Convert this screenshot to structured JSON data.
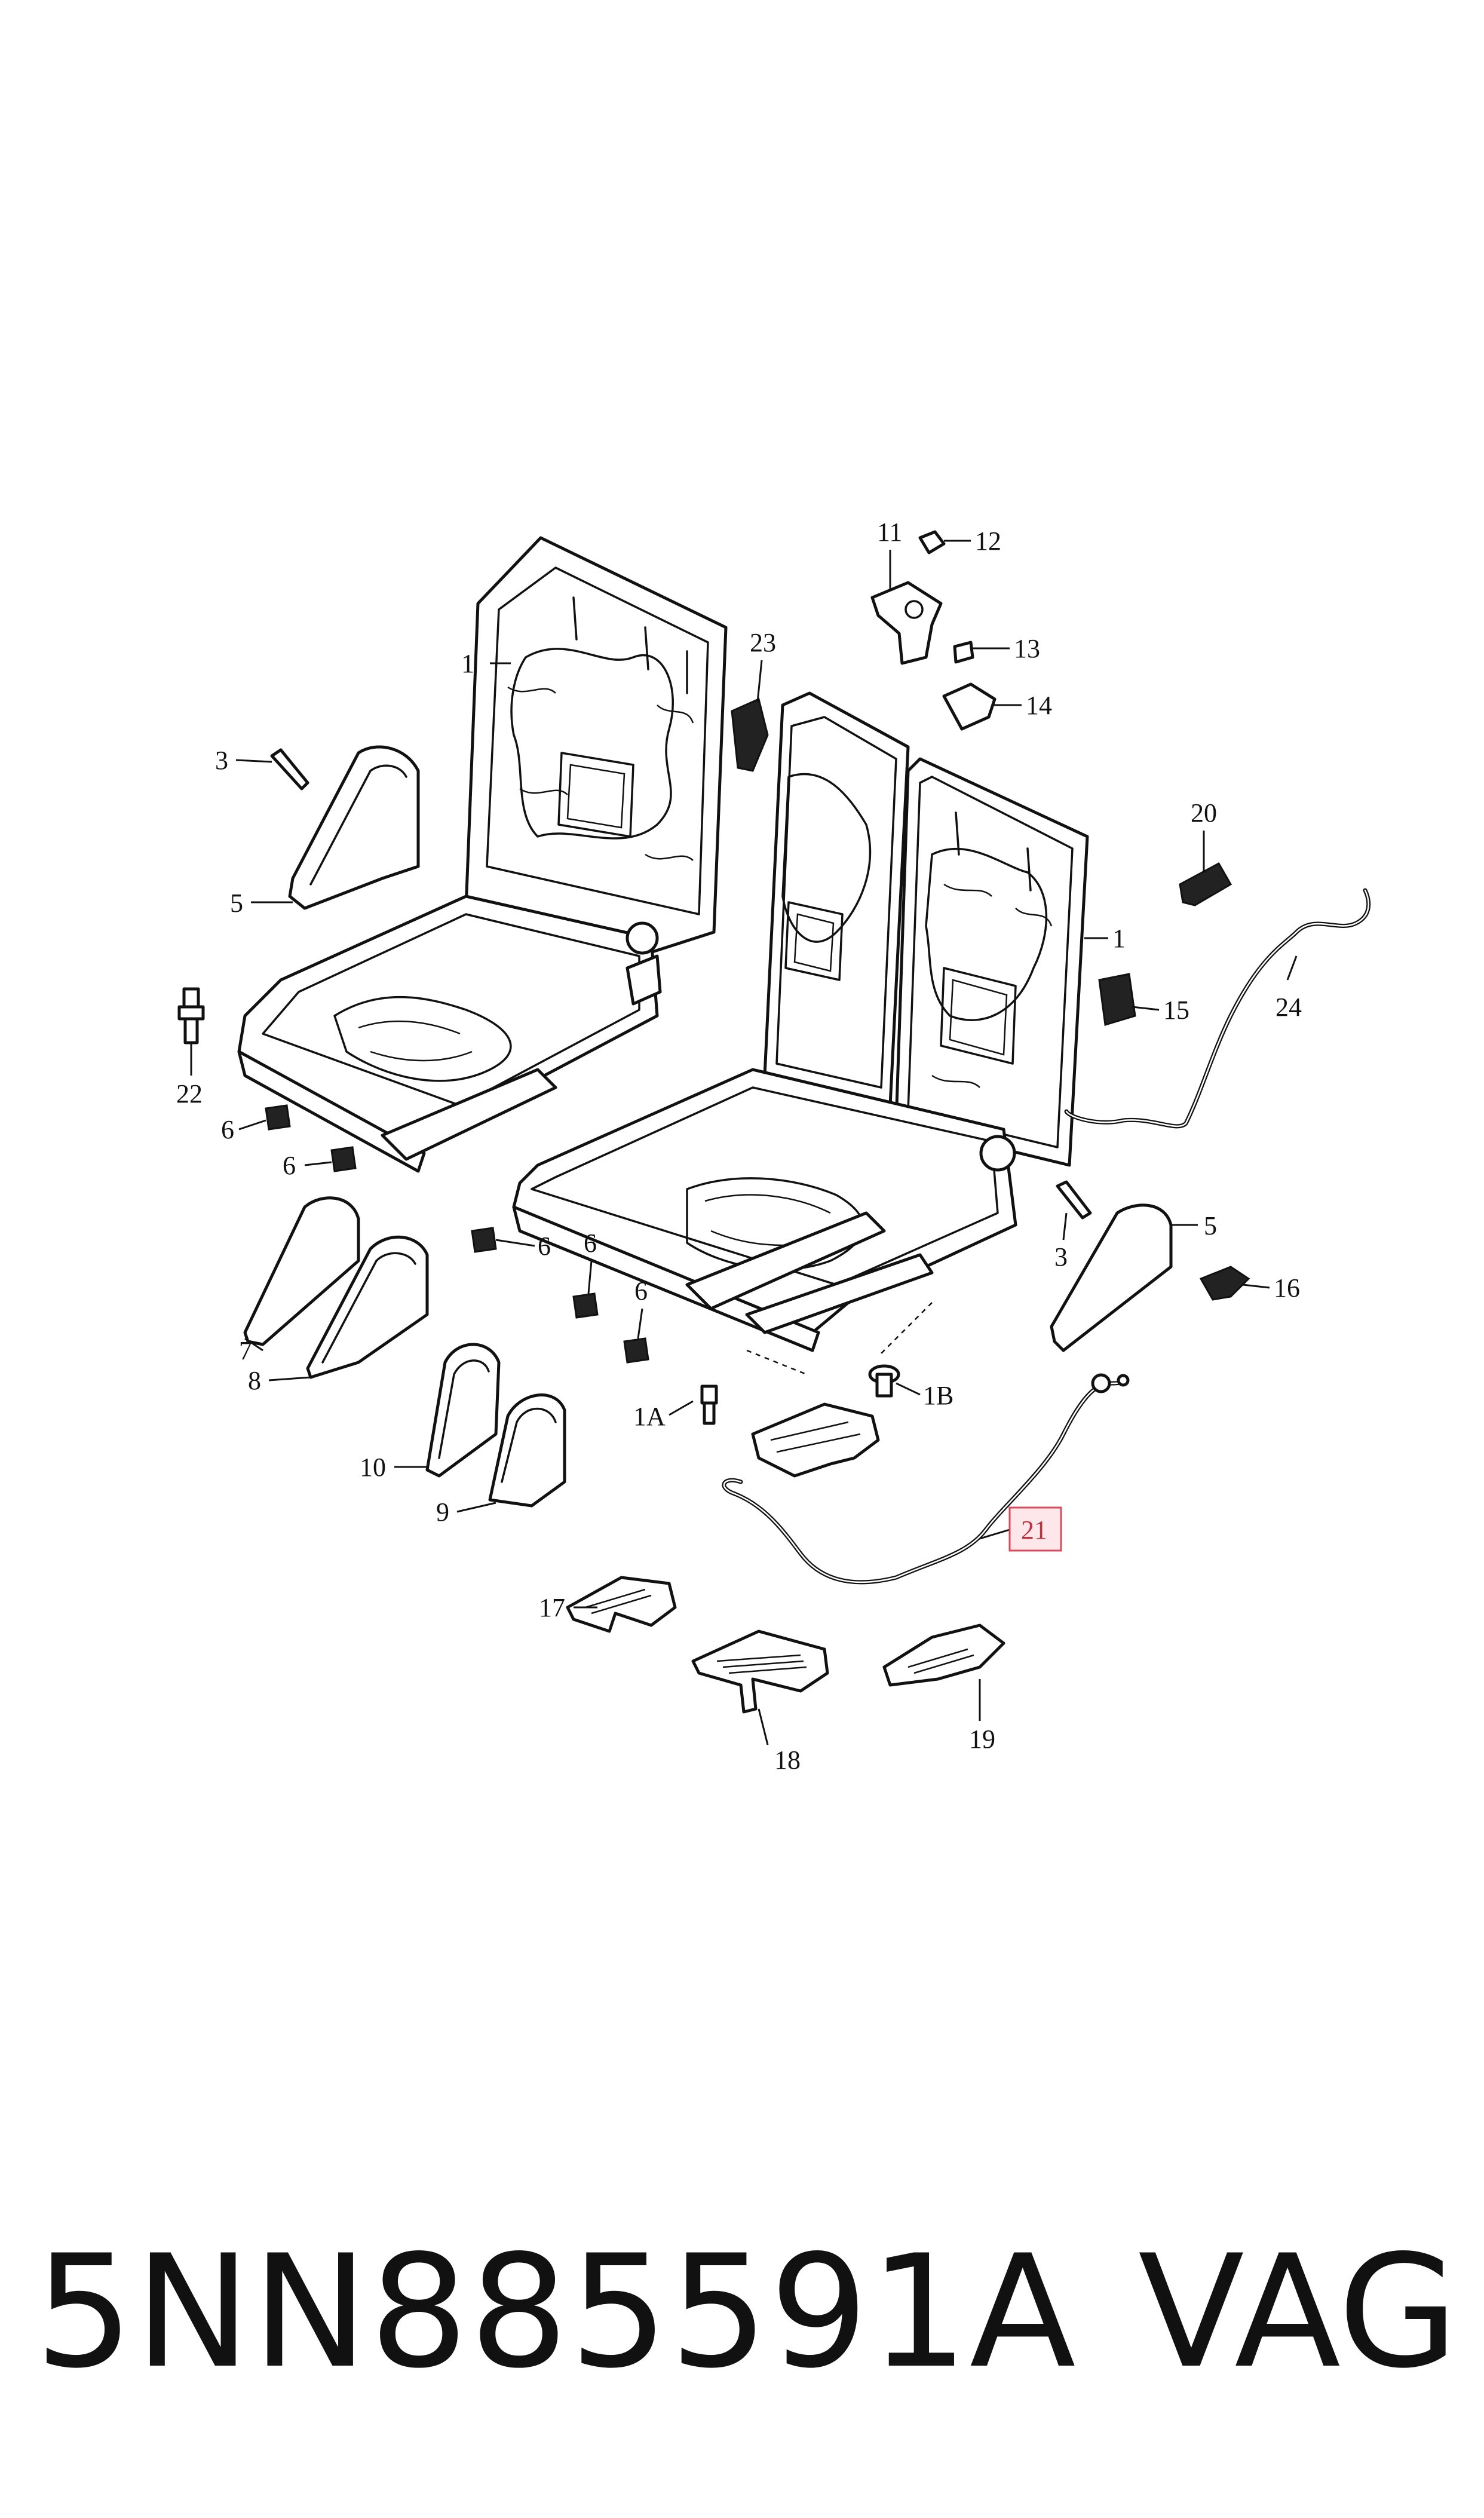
{
  "diagram": {
    "callouts": {
      "c1a": "1",
      "c1b": "1",
      "c1A": "1A",
      "c1B": "1B",
      "c3a": "3",
      "c3b": "3",
      "c5a": "5",
      "c5b": "5",
      "c6a": "6",
      "c6b": "6",
      "c6c": "6",
      "c6d": "6",
      "c6e": "6",
      "c7": "7",
      "c8": "8",
      "c9": "9",
      "c10": "10",
      "c11": "11",
      "c12": "12",
      "c13": "13",
      "c14": "14",
      "c15": "15",
      "c16": "16",
      "c17": "17",
      "c18": "18",
      "c19": "19",
      "c20": "20",
      "c21": "21",
      "c22": "22",
      "c23": "23",
      "c24": "24"
    },
    "highlighted_callout": "21",
    "highlight_color": "#d94a5a"
  },
  "footer": {
    "part_number": "5NN885591A",
    "brand": "VAG"
  }
}
